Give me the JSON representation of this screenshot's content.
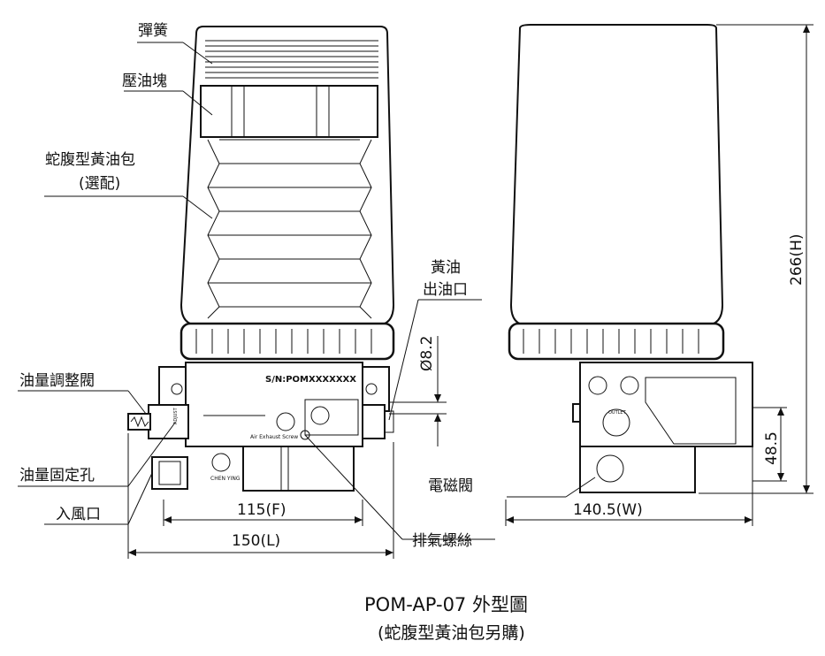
{
  "labels": {
    "spring": "彈簧",
    "pressure_block": "壓油塊",
    "bellows_line1": "蛇腹型黃油包",
    "bellows_line2": "(選配)",
    "outlet_line1": "黃油",
    "outlet_line2": "出油口",
    "oil_adjust_valve": "油量調整閥",
    "oil_fix_hole": "油量固定孔",
    "air_inlet": "入風口",
    "solenoid_valve": "電磁閥",
    "bleed_screw": "排氣螺絲"
  },
  "dimensions": {
    "diameter": "Ø8.2",
    "width_f": "115(F)",
    "length_l": "150(L)",
    "height_h": "266(H)",
    "width_w": "140.5(W)",
    "side_h": "48.5"
  },
  "plate": {
    "serial": "S/N:POMXXXXXXX",
    "air_screw": "Air Exhaust Screw",
    "outlet_mark": "OUTLET",
    "adjust_text": "ADJUST",
    "brand": "CHEN YING"
  },
  "caption": {
    "line1": "POM-AP-07 外型圖",
    "line2": "(蛇腹型黃油包另購)"
  }
}
